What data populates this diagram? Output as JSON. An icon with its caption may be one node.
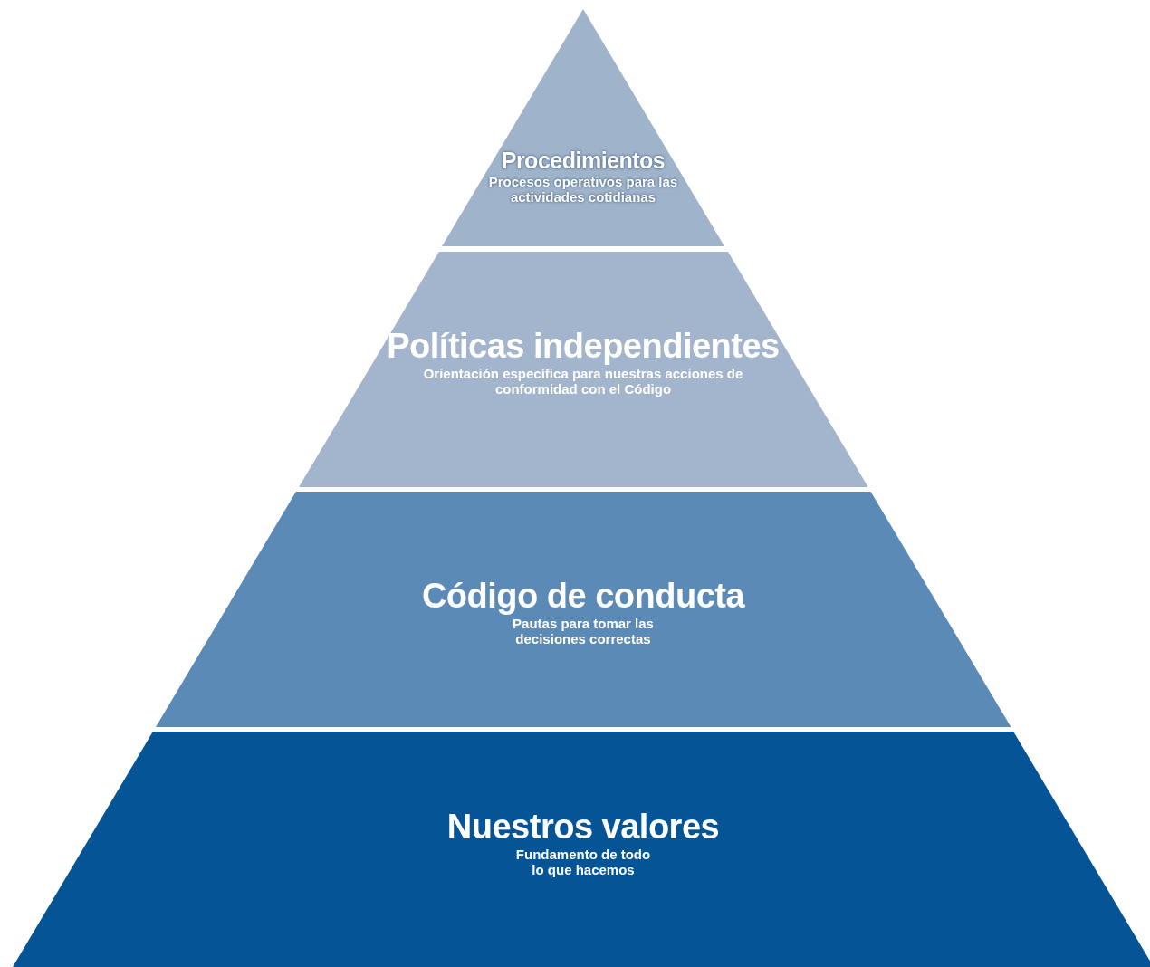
{
  "diagram": {
    "nodes": [
      {
        "text": [
          "Procedimientos",
          "Procesos operativos para las actividades cotidianas"
        ]
      },
      {
        "text": [
          "Políticas independientes",
          "Orientación específica para nuestras acciones de conformidad con el Código"
        ]
      },
      {
        "text": [
          "Código de conducta",
          "Pautas para tomar las decisiones correctas"
        ]
      },
      {
        "text": [
          "Nuestros valores",
          "Fundamento de todo lo que hacemos"
        ]
      }
    ]
  }
}
